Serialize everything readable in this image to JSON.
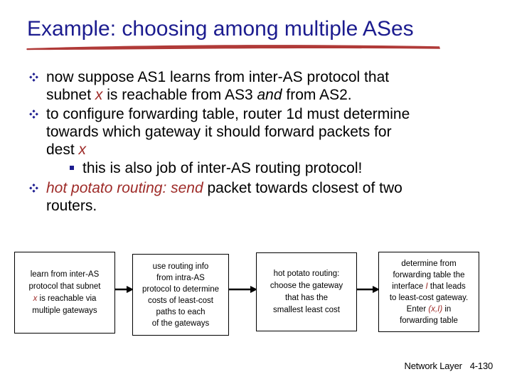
{
  "title": "Example: choosing among multiple ASes",
  "colors": {
    "title_navy": "#1c1c8f",
    "accent_red": "#9e2b28",
    "underline_red": "#b03a38",
    "bullet_navy": "#1c1c8f",
    "box_border": "#000000",
    "background": "#ffffff"
  },
  "icons": {
    "bullet_marker": "four-diamond-bullet",
    "sub_bullet_marker": "square-bullet",
    "flow_arrow": "arrow-right",
    "title_underline": "hand-drawn-red-underline"
  },
  "bullets": {
    "b1": {
      "l1": "now suppose AS1 learns from inter-AS protocol that",
      "l2a": "subnet ",
      "x": "x",
      "l2b": " is reachable from AS3 ",
      "and": "and",
      "l2c": " from AS2."
    },
    "b2": {
      "l1": "to configure forwarding table, router 1d must determine",
      "l2": "towards which gateway it should forward packets for",
      "l3a": "dest ",
      "x": "x"
    },
    "b2_sub": "this is also job of inter-AS routing protocol!",
    "b3": {
      "red": "hot potato routing: send",
      "l1": " packet towards closest of two",
      "l2": "routers."
    }
  },
  "flow": {
    "box1": {
      "l1": "learn from inter-AS",
      "l2": "protocol that subnet",
      "x": "x",
      "l3": " is reachable via",
      "l4": "multiple gateways"
    },
    "box2": {
      "l1": "use routing info",
      "l2": "from intra-AS",
      "l3": "protocol to determine",
      "l4": "costs of least-cost",
      "l5": "paths to each",
      "l6": "of the gateways"
    },
    "box3": {
      "l1": "hot potato routing:",
      "l2": "choose the gateway",
      "l3": "that has the",
      "l4": "smallest least cost"
    },
    "box4": {
      "l1": "determine from",
      "l2": "forwarding table the",
      "l3a": "interface ",
      "i": "I",
      "l3b": " that leads",
      "l4": "to least-cost gateway.",
      "l5a": "Enter ",
      "xi": "(x,I)",
      "l5b": " in",
      "l6": "forwarding table"
    }
  },
  "footer": {
    "label": "Network Layer",
    "page": "4-130"
  }
}
